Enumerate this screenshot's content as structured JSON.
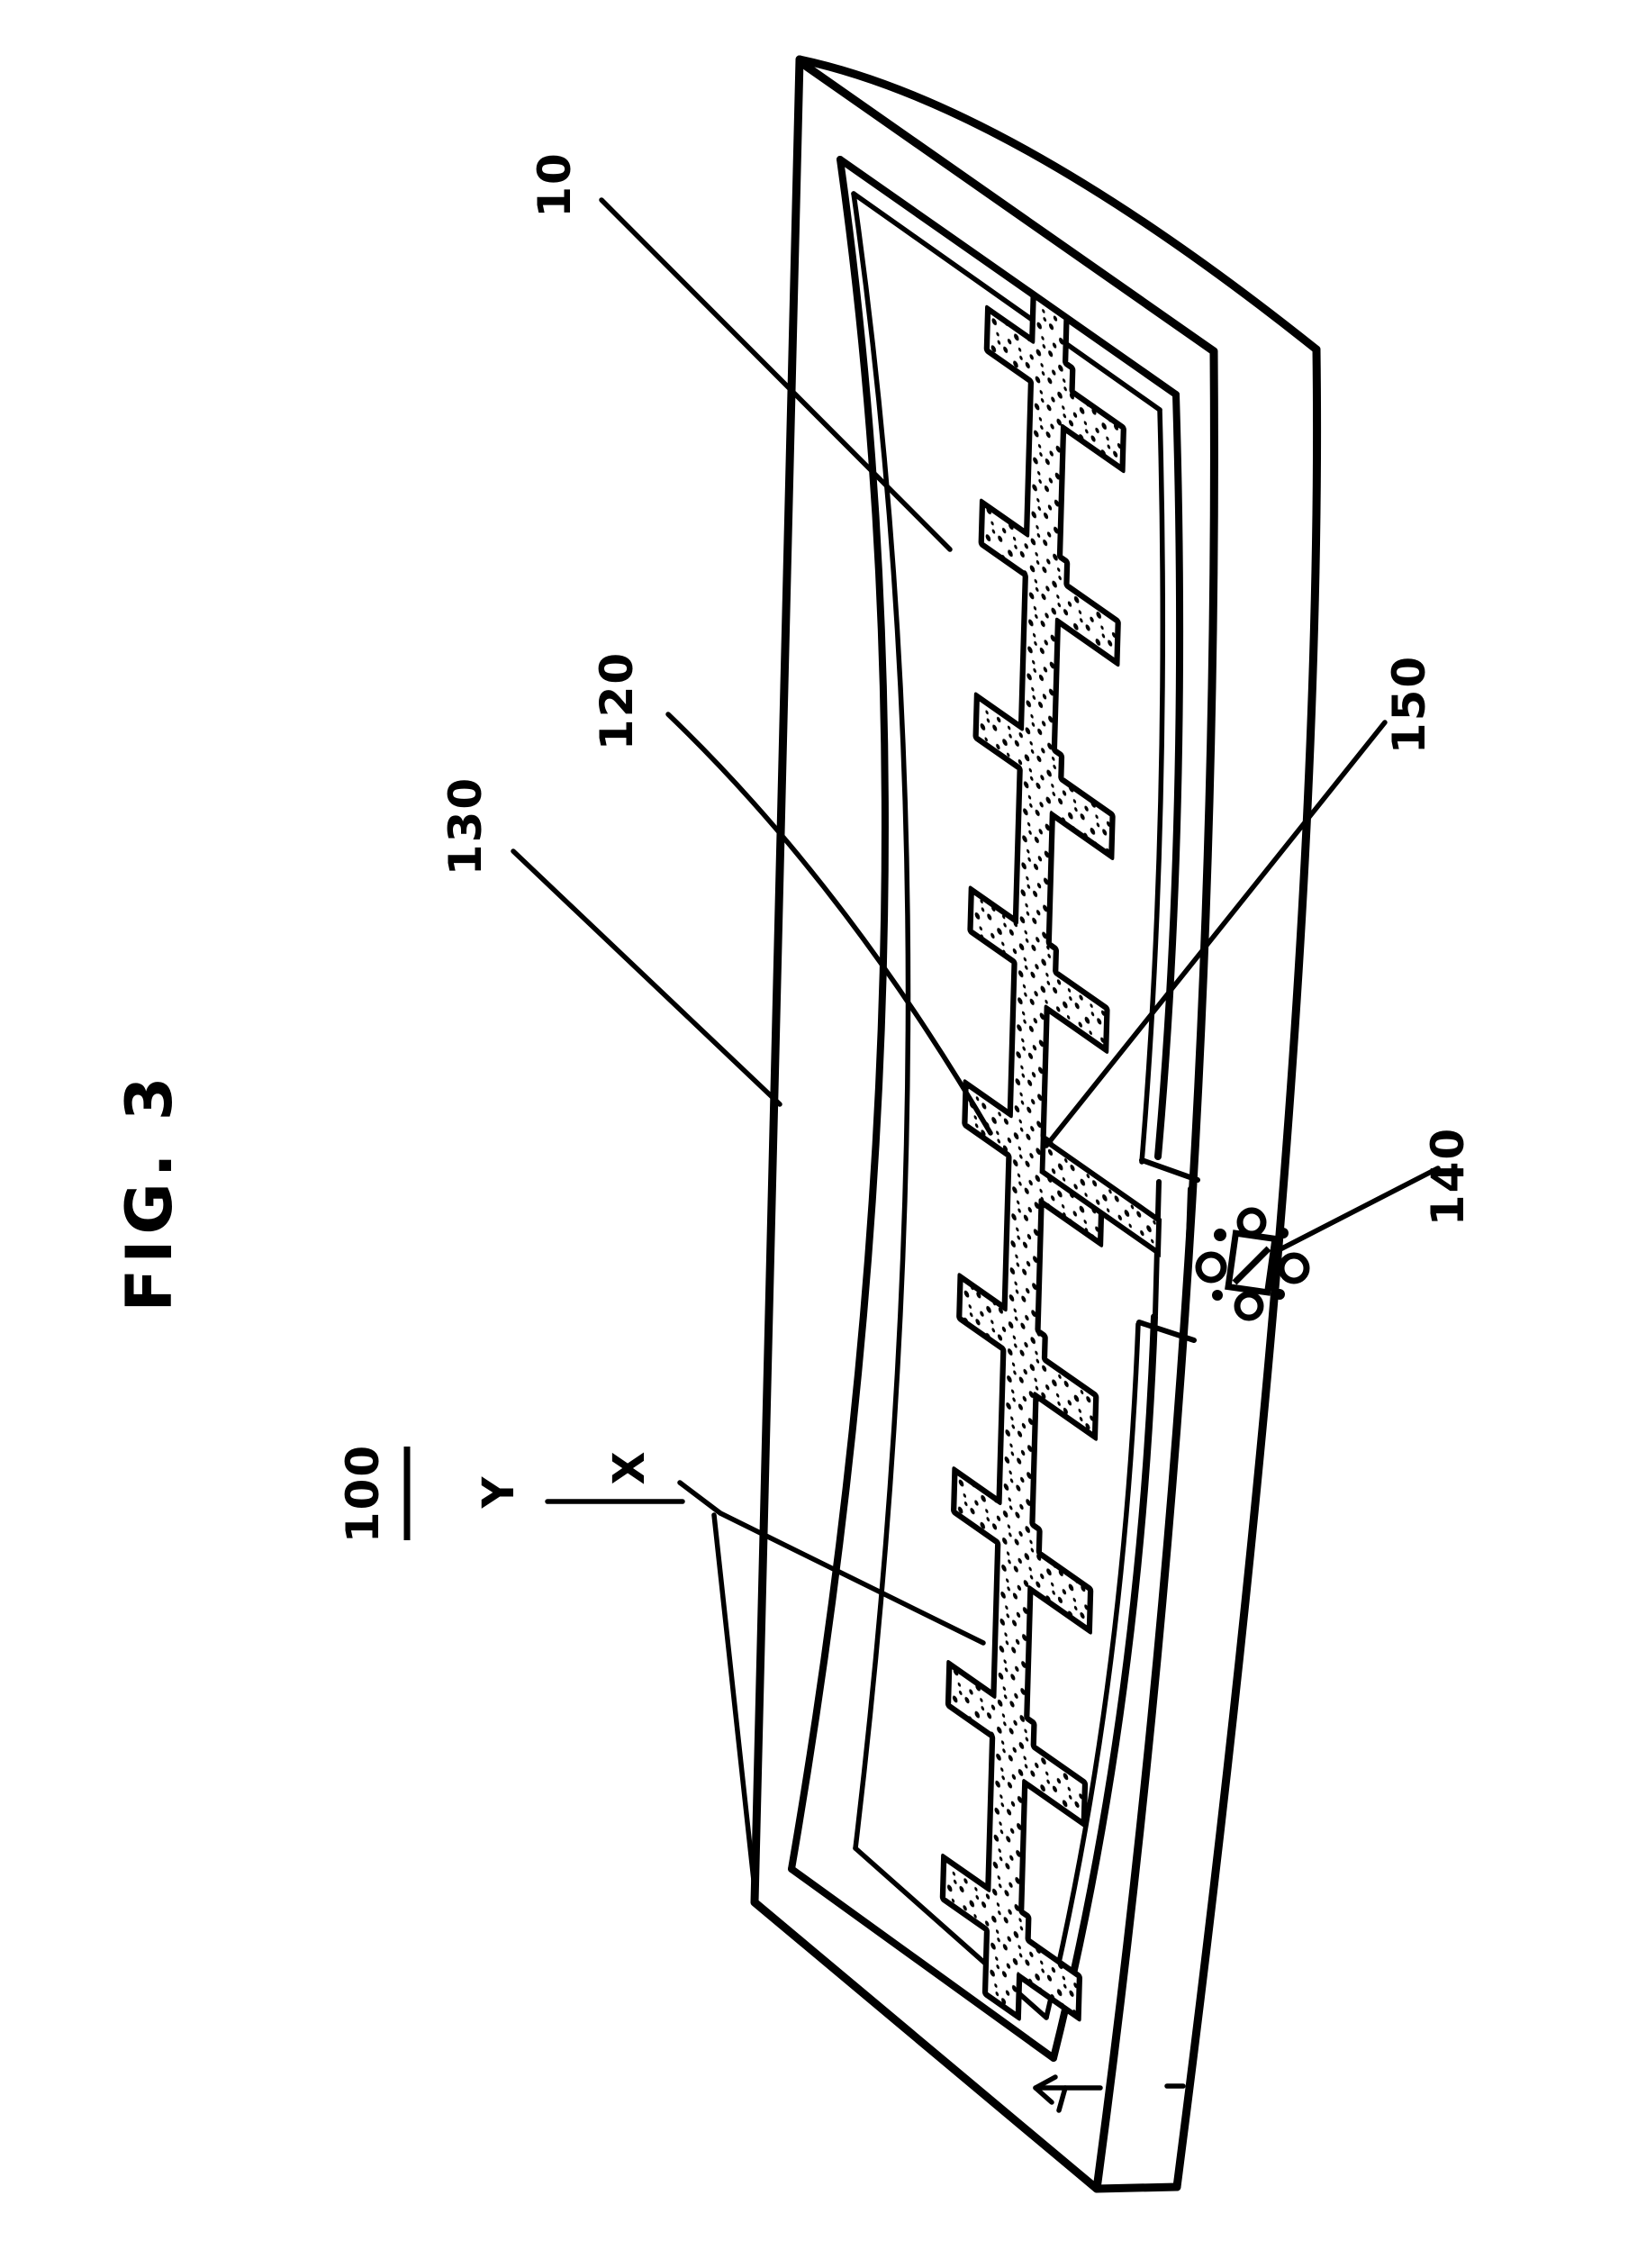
{
  "figure": {
    "title": "FIG. 3",
    "type": "patent-line-drawing",
    "colors": {
      "ink": "#000000",
      "paper": "#ffffff"
    }
  },
  "labels": {
    "fig": "FIG. 3",
    "r10": "10",
    "r100": "100",
    "r120": "120",
    "r130": "130",
    "r140": "140",
    "r150": "150",
    "axis_x": "X",
    "axis_y": "Y"
  },
  "parts": {
    "r10": "antenna substrate face",
    "r100": "tag assembly (underlined overall reference)",
    "r120": "meander radiator pattern",
    "r130": "frame border",
    "r140": "chip component on side face",
    "r150": "feed point"
  }
}
